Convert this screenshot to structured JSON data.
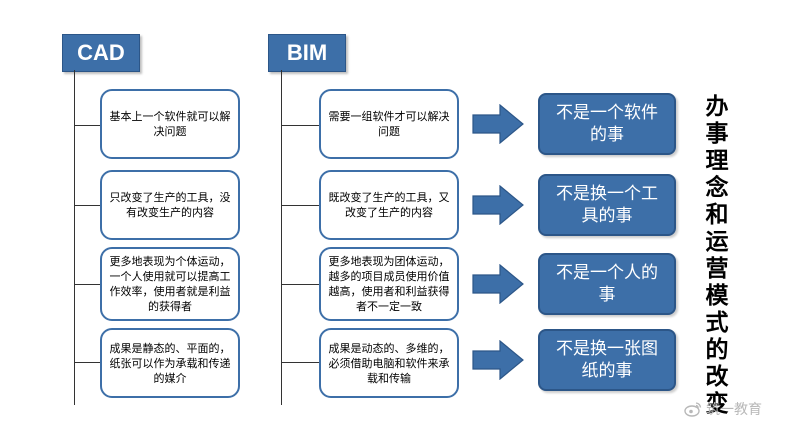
{
  "headers": {
    "left": "CAD",
    "right": "BIM"
  },
  "cad_items": [
    "基本上一个软件就可以解决问题",
    "只改变了生产的工具，没有改变生产的内容",
    "更多地表现为个体运动，一个人使用就可以提高工作效率，使用者就是利益的获得者",
    "成果是静态的、平面的，纸张可以作为承载和传递的媒介"
  ],
  "bim_items": [
    "需要一组软件才可以解决问题",
    "既改变了生产的工具，又改变了生产的内容",
    "更多地表现为团体运动，越多的项目成员使用价值越高，使用者和利益获得者不一定一致",
    "成果是动态的、多维的，必须借助电脑和软件来承载和传输"
  ],
  "results": [
    "不是一个软件的事",
    "不是换一个工具的事",
    "不是一个人的事",
    "不是换一张图纸的事"
  ],
  "side_title": "办事理念和运营模式的改变",
  "watermark": "筑一教育",
  "colors": {
    "header_fill": "#3d6fa8",
    "border": "#3d6fa8",
    "result_fill": "#3d6fa8",
    "arrow_fill": "#3d6fa8"
  },
  "icons": {
    "arrow": "right-arrow-icon",
    "watermark": "weibo-icon"
  }
}
